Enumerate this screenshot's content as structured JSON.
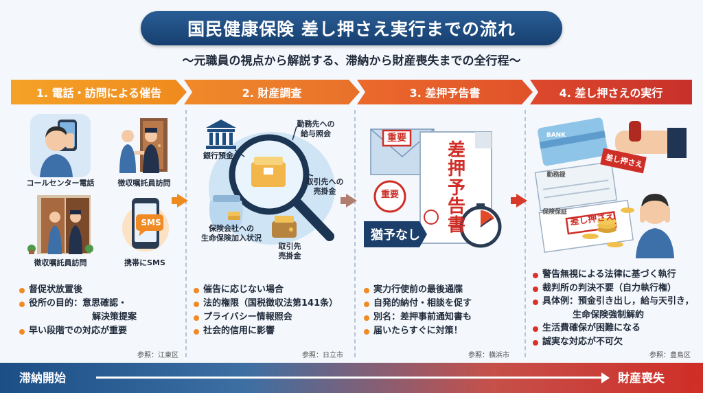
{
  "title": "国民健康保険 差し押さえ実行までの流れ",
  "subtitle": "〜元職員の視点から解説する、滞納から財産喪失までの全行程〜",
  "steps": [
    {
      "header": "1. 電話・訪問による催告",
      "labels": [
        "コールセンター電話",
        "徴収嘱託員訪問",
        "徴収嘱託員訪問",
        "携帯にSMS"
      ],
      "sms_text": "SMS",
      "bullets": [
        "督促状放置後",
        "役所の目的：意思確認・",
        "解決策提案",
        "早い段階での対応が重要"
      ],
      "ref": "参照：江東区"
    },
    {
      "header": "2. 財産調査",
      "labels": [
        "銀行預金",
        "勤務先への\n給与照会",
        "取引先への\n売掛金",
        "保険会社への\n生命保険加入状況",
        "取引先\n売掛金"
      ],
      "bullets": [
        "催告に応じない場合",
        "法的権限（国税徴収法第141条）",
        "プライバシー情報照会",
        "社会的信用に影響"
      ],
      "ref": "参照：日立市"
    },
    {
      "header": "3. 差押予告書",
      "stamp_text": "重要",
      "doc_title": "差押予告書",
      "tag": "猶予なし",
      "bullets": [
        "実力行使前の最後通牒",
        "自発的納付・相談を促す",
        "別名：差押事前通知書も",
        "届いたらすぐに対策！"
      ],
      "ref": "参照：横浜市"
    },
    {
      "header": "4. 差し押さえの実行",
      "card_text": "BANK",
      "doc_labels": [
        "勤務録",
        "保険保証"
      ],
      "seal_text": "差し押さえ",
      "stamp_text": "差し押さえ",
      "bullets": [
        "警告無視による法律に基づく執行",
        "裁判所の判決不要（自力執行権）",
        "具体例：預金引き出し，給与天引き，",
        "生命保険強制解約",
        "生活費確保が困難になる",
        "誠実な対応が不可欠"
      ],
      "ref": "参照：豊島区"
    }
  ],
  "timeline": {
    "start": "滞納開始",
    "end": "財産喪失"
  },
  "colors": {
    "navy": "#1b4f86",
    "orange": "#f08a24",
    "red": "#cf2e27"
  }
}
